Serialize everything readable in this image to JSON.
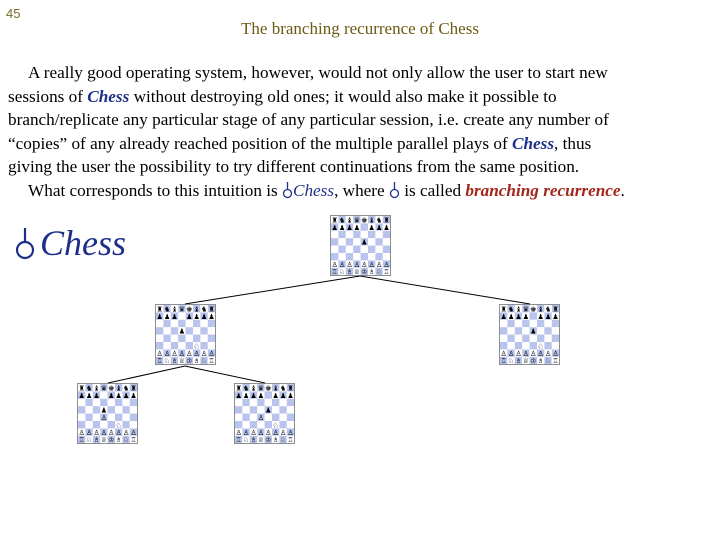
{
  "slide": {
    "page_number": "45",
    "title": "The branching recurrence of Chess"
  },
  "body": {
    "line1": "A really good operating system, however, would not only allow the user to start new",
    "line2_pre": "sessions of ",
    "line2_chess": "Chess",
    "line2_post": " without destroying old ones; it would also make it possible to",
    "line3": "branch/replicate any particular stage of any particular session, i.e. create any number of",
    "line4_pre": "“copies” of any already reached position of the multiple parallel plays of ",
    "line4_chess": "Chess",
    "line4_post": ", thus",
    "line5": "giving the user the possibility to try different continuations from the same position.",
    "line6_pre": "What corresponds to this intuition is ",
    "line6_chess": "Chess",
    "line6_mid": ", where ",
    "line6_mid2": " is called ",
    "line6_term": "branching recurrence",
    "line6_end": "."
  },
  "diagram": {
    "label": "Chess",
    "colors": {
      "square_dark": "#b9c4ec",
      "square_light": "#ffffff",
      "border": "#444444",
      "edge": "#000000"
    }
  }
}
